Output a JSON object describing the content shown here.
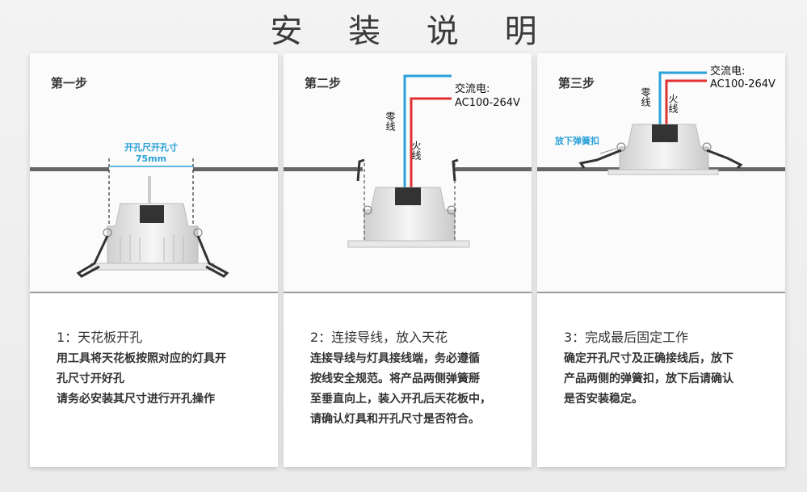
{
  "title": "安 装 说 明",
  "steps": [
    {
      "label": "第一步",
      "annotation": "开孔尺开孔寸",
      "dimension": "75mm",
      "heading": "1：天花板开孔",
      "lines": [
        "用工具将天花板按照对应的灯具开",
        "孔尺寸开好孔",
        "请务必安装其尺寸进行开孔操作"
      ]
    },
    {
      "label": "第二步",
      "power_label": "交流电:",
      "voltage": "AC100-264V",
      "neutral": "零线",
      "live": "火线",
      "heading": "2：连接导线，放入天花",
      "lines": [
        "连接导线与灯具接线端，务必遵循",
        "按线安全规范。将产品两侧弹簧掰",
        "至垂直向上，装入开孔后天花板中，",
        "请确认灯具和开孔尺寸是否符合。"
      ]
    },
    {
      "label": "第三步",
      "power_label": "交流电:",
      "voltage": "AC100-264V",
      "neutral": "零线",
      "live": "火线",
      "annotation": "放下弹簧扣",
      "heading": "3：完成最后固定工作",
      "lines": [
        "确定开孔尺寸及正确接线后，放下",
        "产品两侧的弹簧扣，放下后请确认",
        "是否安装稳定。"
      ]
    }
  ],
  "colors": {
    "blue": "#2aa1d8",
    "red": "#e03030",
    "ceiling": "#666666"
  }
}
